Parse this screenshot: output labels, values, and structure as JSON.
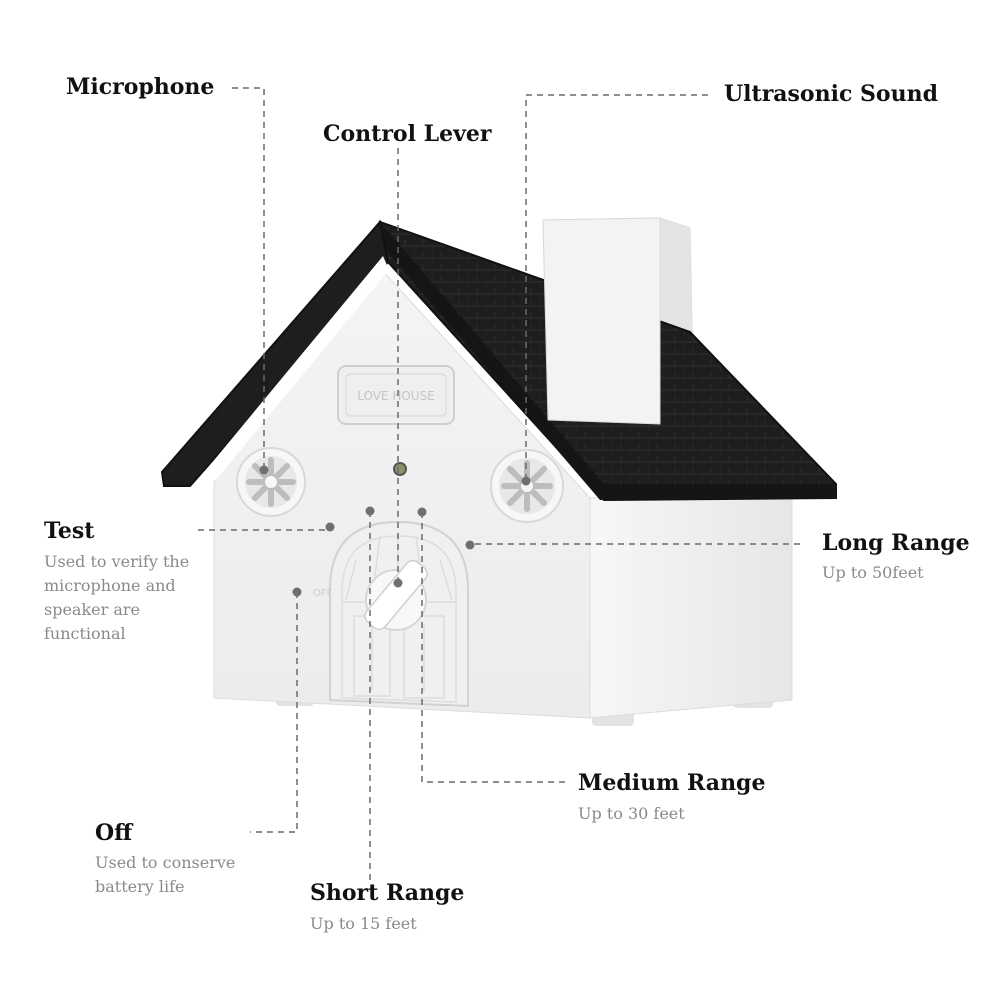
{
  "product": {
    "plaque_text": "LOVE HOUSE",
    "dial_off_text": "OFF"
  },
  "callouts": {
    "microphone": {
      "title": "Microphone"
    },
    "control_lever": {
      "title": "Control Lever"
    },
    "ultrasonic_sound": {
      "title": "Ultrasonic Sound"
    },
    "test": {
      "title": "Test",
      "description": "Used to verify the microphone and speaker are functional"
    },
    "long_range": {
      "title": "Long Range",
      "description": "Up to 50feet"
    },
    "medium_range": {
      "title": "Medium Range",
      "description": "Up to 30 feet"
    },
    "off": {
      "title": "Off",
      "description": "Used to conserve battery life"
    },
    "short_range": {
      "title": "Short Range",
      "description": "Up to 15 feet"
    }
  },
  "colors": {
    "roof": "#1e1e1e",
    "body": "#f2f2f2",
    "leader_line": "#6a6a6a",
    "title_text": "#111111",
    "description_text": "#8a8a8a"
  }
}
